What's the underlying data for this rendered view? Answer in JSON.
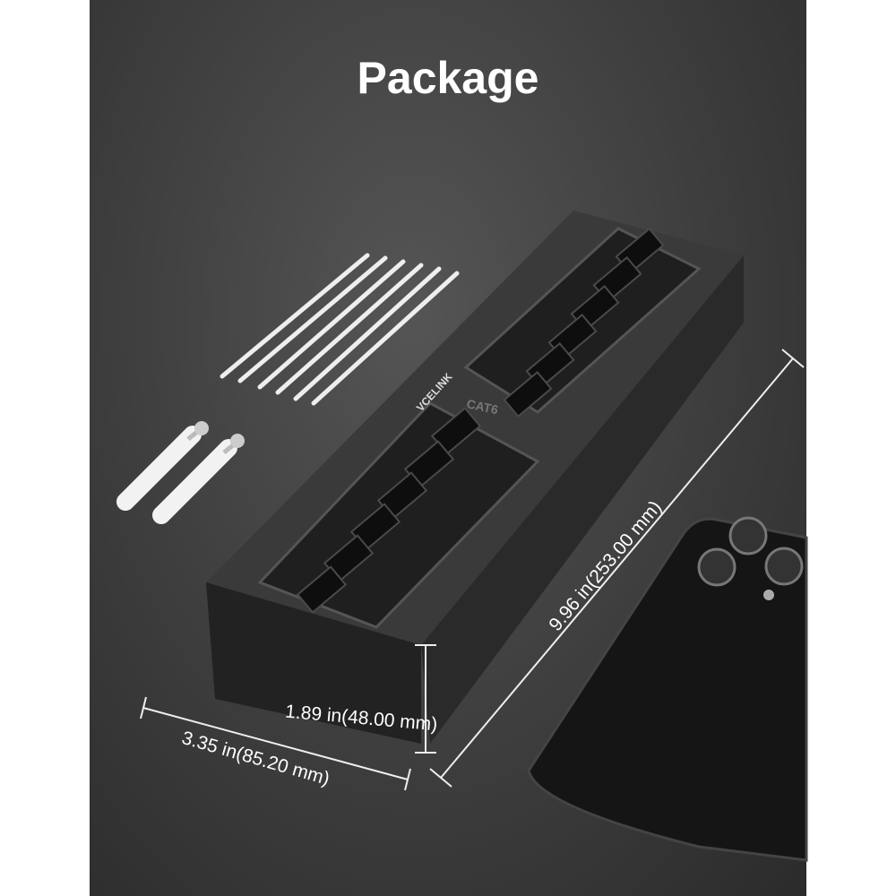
{
  "title": "Package",
  "product": {
    "brand_logo": "VCELINK",
    "port_label": "CAT6"
  },
  "dimensions": {
    "length": "9.96 in(253.00 mm)",
    "width": "3.35 in(85.20 mm)",
    "height": "1.89 in(48.00 mm)"
  },
  "colors": {
    "background": "#3d3d3d",
    "text": "#ffffff",
    "accessories": "#f2f2f2"
  }
}
